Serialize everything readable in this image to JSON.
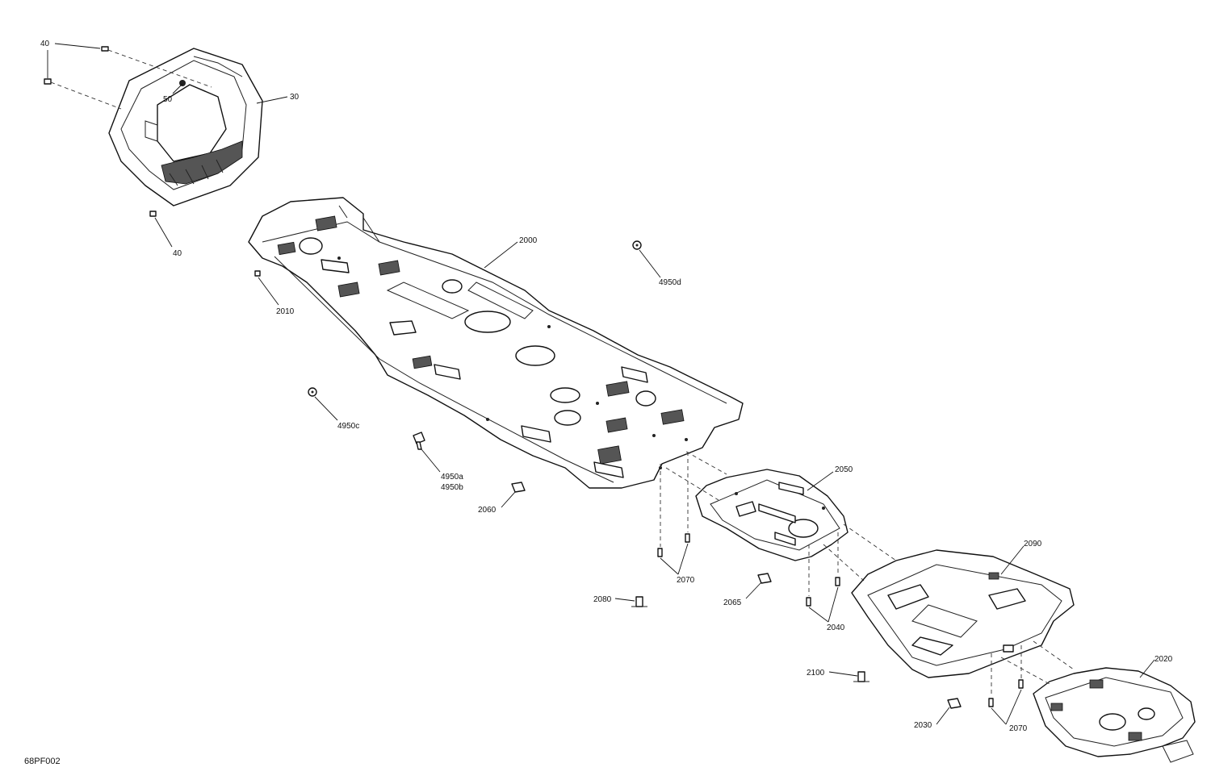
{
  "figure_code": "68PF002",
  "callouts": {
    "c40_top": "40",
    "c40_bottom": "40",
    "c50": "50",
    "c30": "30",
    "c2000": "2000",
    "c2010": "2010",
    "c4950d": "4950d",
    "c4950c": "4950c",
    "c4950a": "4950a",
    "c4950b": "4950b",
    "c2060": "2060",
    "c2050": "2050",
    "c2070_mid": "2070",
    "c2080": "2080",
    "c2065": "2065",
    "c2040": "2040",
    "c2090": "2090",
    "c2100": "2100",
    "c2030": "2030",
    "c2070_low": "2070",
    "c2020": "2020"
  },
  "colors": {
    "line": "#111111",
    "background": "#ffffff"
  }
}
